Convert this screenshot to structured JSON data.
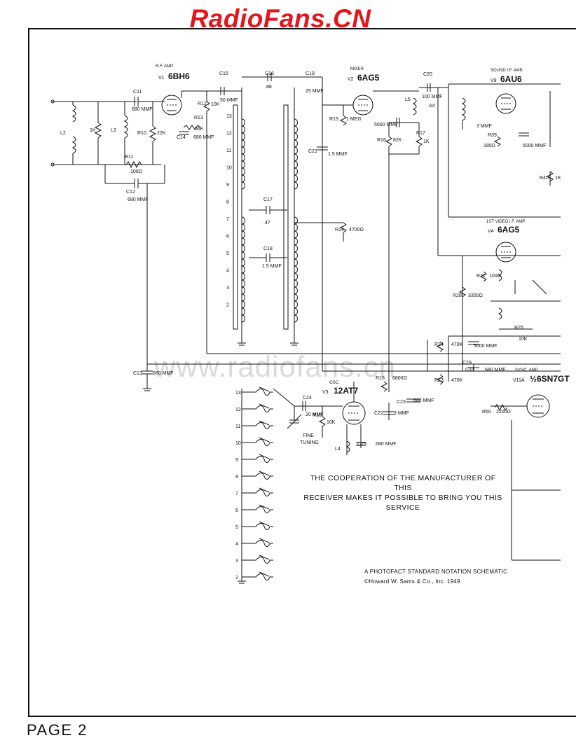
{
  "header": {
    "watermark": "RadioFans.CN"
  },
  "background_watermark": "www.radiofans.cn",
  "footer": {
    "page": "PAGE 2"
  },
  "credits": {
    "cooperation_line1": "THE COOPERATION OF THE MANUFACTURER OF THIS",
    "cooperation_line2": "RECEIVER MAKES IT POSSIBLE TO BRING YOU THIS SERVICE",
    "notation": "A PHOTOFACT STANDARD NOTATION SCHEMATIC",
    "copyright": "©Howard W. Sams & Co., Inc. 1949"
  },
  "tubes": {
    "v1": {
      "caption": "R.F. AMP.",
      "ref": "V1",
      "type": "6BH6"
    },
    "v2": {
      "caption": "MIXER",
      "ref": "V2",
      "type": "6AG5"
    },
    "v3": {
      "caption": "OSC.",
      "ref": "V3",
      "type": "12AT7"
    },
    "v4": {
      "caption": "1ST VIDEO I.F. AMP.",
      "ref": "V4",
      "type": "6AG5"
    },
    "v9": {
      "caption": "SOUND I.F. AMP.",
      "ref": "V9",
      "type": "6AU6"
    },
    "v11": {
      "caption": "SYNC. AMP.",
      "ref": "V11A",
      "type": "½6SN7GT"
    }
  },
  "components": {
    "c11": {
      "ref": "C11",
      "value": "680 MMF"
    },
    "c12": {
      "ref": "C12",
      "value": "680 MMF"
    },
    "c13": {
      "ref": "C13",
      "value": "680 MMF"
    },
    "c14": {
      "ref": "C14",
      "value": "680 MMF"
    },
    "c15": {
      "ref": "C15",
      "value": "50 MMF"
    },
    "c16": {
      "ref": "C16",
      "value": ".88"
    },
    "c19": {
      "ref": "C19",
      "value": "25 MMF"
    },
    "c17": {
      "ref": "C17",
      "value": ".47"
    },
    "c18": {
      "ref": "C18",
      "value": "1.5 MMF"
    },
    "c21": {
      "ref": "C21",
      "value": "1.5 MMF"
    },
    "c20": {
      "ref": "C20",
      "value": "100 MMF"
    },
    "c24": {
      "ref": "C24",
      "value": "20 MMF"
    },
    "c22": {
      "ref": "C22",
      "value": "3 MMF"
    },
    "c23": {
      "ref": "C23",
      "value": "680 MMF"
    },
    "c25": {
      "ref": "C25",
      "value": "680 MMF"
    },
    "c26": {
      "ref": "C26",
      "value": "5000 MMF"
    },
    "c29": {
      "ref": "C29",
      "value": "5000 MMF"
    },
    "c31": {
      "ref": "C31",
      "value": "680 MMF"
    },
    "c51": {
      "ref": "C51",
      "value": "5000 MMF"
    },
    "c50": {
      "ref": "C50",
      "value": "3 MMF"
    },
    "r10": {
      "ref": "R10",
      "value": "22K"
    },
    "r11": {
      "ref": "R11",
      "value": "100Ω"
    },
    "r12": {
      "ref": "R12",
      "value": "10K"
    },
    "r13": {
      "ref": "R13",
      "value": "56K"
    },
    "r14": {
      "ref": "R14",
      "value": "4700Ω"
    },
    "r15": {
      "ref": "R15",
      "value": "1 MEG"
    },
    "r16": {
      "ref": "R16",
      "value": "82K"
    },
    "r17": {
      "ref": "R17",
      "value": "1K"
    },
    "r18": {
      "ref": "R18",
      "value": "6800Ω"
    },
    "r19": {
      "ref": "R19",
      "value": "10K"
    },
    "r21": {
      "ref": "R21",
      "value": "100Ω"
    },
    "r24": {
      "ref": "R24",
      "value": "470K"
    },
    "r25": {
      "ref": "R25",
      "value": "10K"
    },
    "r28": {
      "ref": "R28",
      "value": "3300Ω"
    },
    "r23": {
      "ref": "R23",
      "value": "470K"
    },
    "r39": {
      "ref": "R39",
      "value": "180Ω"
    },
    "r40": {
      "ref": "R40",
      "value": "1K"
    },
    "r50": {
      "ref": "R50",
      "value": "2200Ω"
    },
    "r_input": {
      "value": "1K"
    },
    "l2": {
      "ref": "L2"
    },
    "l3": {
      "ref": "L3"
    },
    "l4": {
      "ref": "L4"
    },
    "l5": {
      "ref": "L5"
    },
    "a4": {
      "ref": "A4"
    },
    "fine_tuning": {
      "label1": "FINE",
      "label2": "TUNING"
    }
  },
  "channels": [
    "13",
    "12",
    "11",
    "10",
    "9",
    "8",
    "7",
    "6",
    "5",
    "4",
    "3",
    "2"
  ],
  "osc_channels": [
    "13",
    "12",
    "11",
    "10",
    "9",
    "8",
    "7",
    "6",
    "5",
    "4",
    "3",
    "2"
  ]
}
